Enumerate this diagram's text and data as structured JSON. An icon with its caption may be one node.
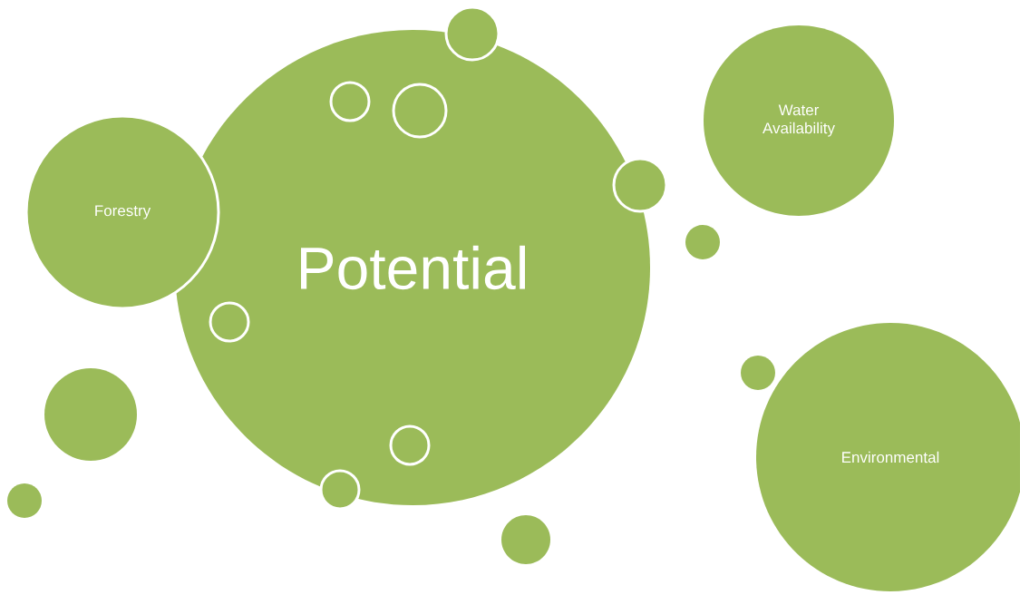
{
  "diagram": {
    "nodes": [
      {
        "text": [
          "Potential"
        ]
      },
      {
        "text": [],
        "shape": "circle",
        "in": 0
      },
      {
        "text": [],
        "shape": "circle",
        "in": 0
      },
      {
        "text": [],
        "shape": "circle",
        "in": 0
      },
      {
        "text": [],
        "shape": "circle",
        "in": 0
      },
      {
        "text": [
          "Forestry"
        ]
      },
      {
        "text": [
          "Water Availability"
        ]
      },
      {
        "text": [
          "Environmental"
        ]
      },
      {
        "text": [],
        "shape": "circle"
      },
      {
        "text": [],
        "shape": "circle"
      },
      {
        "text": [],
        "shape": "circle"
      },
      {
        "text": [],
        "shape": "circle"
      },
      {
        "text": [],
        "shape": "circle"
      },
      {
        "text": [],
        "shape": "circle",
        "in": 0
      },
      {
        "text": [],
        "shape": "circle"
      },
      {
        "text": [],
        "shape": "circle"
      }
    ]
  }
}
